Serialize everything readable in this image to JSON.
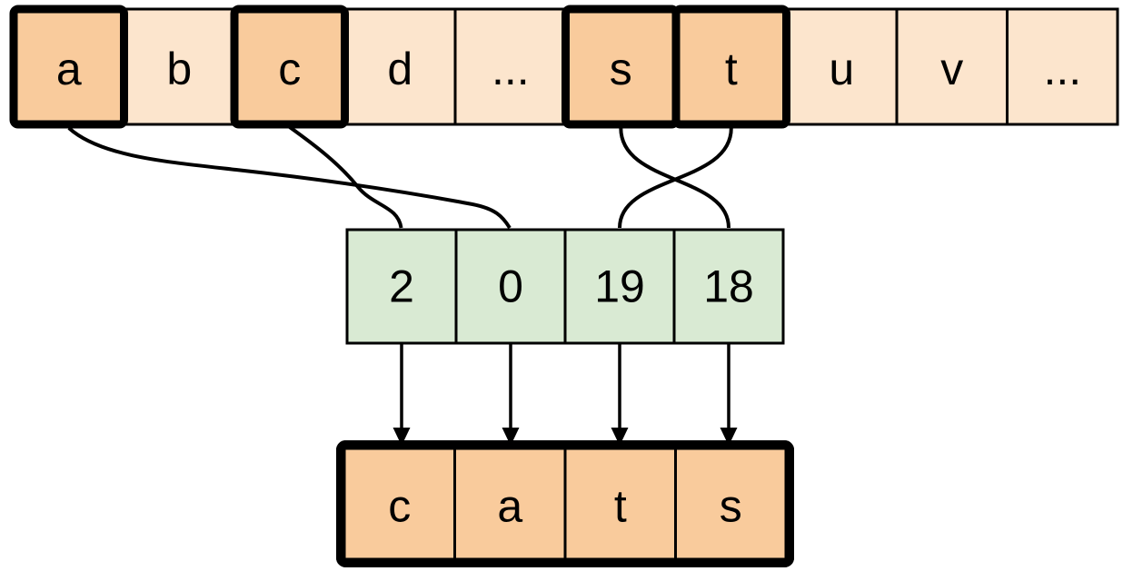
{
  "figure": {
    "description": "Character-to-index encoding diagram: letters map to vocabulary indices which decode to the word cats",
    "background": "#FFFFFF",
    "colors": {
      "highlight_fill": "#F9CB9C",
      "plain_fill": "#FCE5CD",
      "index_fill": "#D9EAD3",
      "line": "#000000"
    },
    "alphabet_row": {
      "cells": [
        {
          "label": "a",
          "highlighted": true
        },
        {
          "label": "b",
          "highlighted": false
        },
        {
          "label": "c",
          "highlighted": true
        },
        {
          "label": "d",
          "highlighted": false
        },
        {
          "label": "...",
          "highlighted": false
        },
        {
          "label": "s",
          "highlighted": true
        },
        {
          "label": "t",
          "highlighted": true
        },
        {
          "label": "u",
          "highlighted": false
        },
        {
          "label": "v",
          "highlighted": false
        },
        {
          "label": "...",
          "highlighted": false
        }
      ]
    },
    "index_row": {
      "cells": [
        {
          "value": "2"
        },
        {
          "value": "0"
        },
        {
          "value": "19"
        },
        {
          "value": "18"
        }
      ]
    },
    "output_row": {
      "cells": [
        {
          "label": "c"
        },
        {
          "label": "a"
        },
        {
          "label": "t"
        },
        {
          "label": "s"
        }
      ]
    },
    "connections": [
      {
        "from_letter": "c",
        "to_value": "2"
      },
      {
        "from_letter": "a",
        "to_value": "0"
      },
      {
        "from_letter": "t",
        "to_value": "19"
      },
      {
        "from_letter": "s",
        "to_value": "18"
      }
    ]
  }
}
